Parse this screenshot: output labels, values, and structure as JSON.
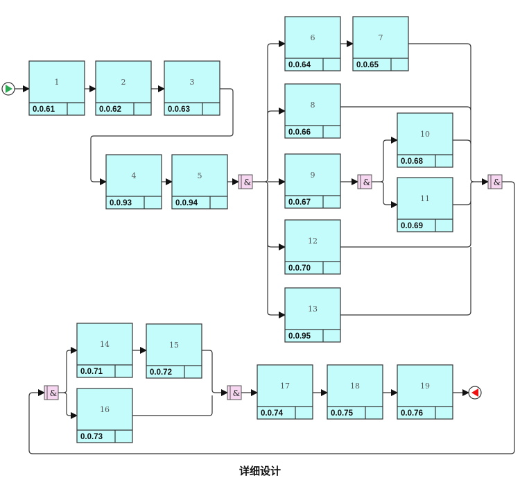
{
  "title": "详细设计",
  "gate_label": "&",
  "tasks": [
    {
      "id": "1",
      "code": "0.0.61"
    },
    {
      "id": "2",
      "code": "0.0.62"
    },
    {
      "id": "3",
      "code": "0.0.63"
    },
    {
      "id": "4",
      "code": "0.0.93"
    },
    {
      "id": "5",
      "code": "0.0.94"
    },
    {
      "id": "6",
      "code": "0.0.64"
    },
    {
      "id": "7",
      "code": "0.0.65"
    },
    {
      "id": "8",
      "code": "0.0.66"
    },
    {
      "id": "9",
      "code": "0.0.67"
    },
    {
      "id": "10",
      "code": "0.0.68"
    },
    {
      "id": "11",
      "code": "0.0.69"
    },
    {
      "id": "12",
      "code": "0.0.70"
    },
    {
      "id": "13",
      "code": "0.0.95"
    },
    {
      "id": "14",
      "code": "0.0.71"
    },
    {
      "id": "15",
      "code": "0.0.72"
    },
    {
      "id": "16",
      "code": "0.0.73"
    },
    {
      "id": "17",
      "code": "0.0.74"
    },
    {
      "id": "18",
      "code": "0.0.75"
    },
    {
      "id": "19",
      "code": "0.0.76"
    }
  ],
  "colors": {
    "task_fill": "#c4fcfc",
    "gate_fill": "#f6d6f0",
    "start": "#2eaa55",
    "end": "#ee1111"
  }
}
